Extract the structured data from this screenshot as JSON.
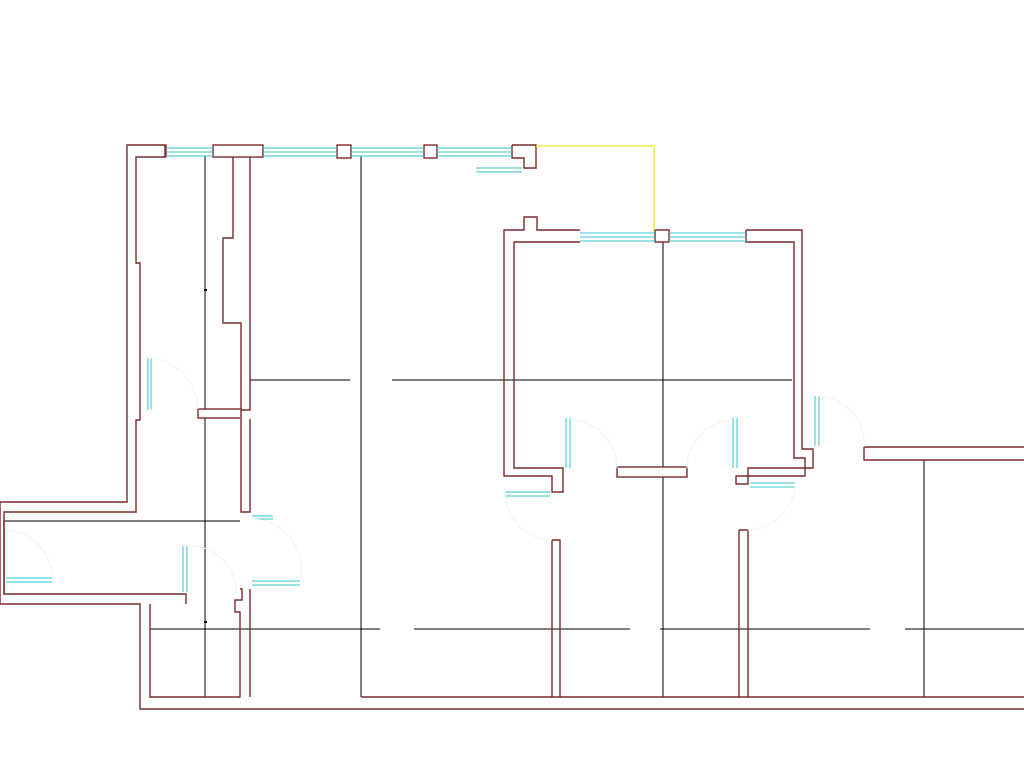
{
  "colors": {
    "wall": "#7a2b2b",
    "gridline": "#000000",
    "glazing": "#2fc3d1",
    "highlight": "#f2e84a",
    "background": "#ffffff"
  },
  "components": [
    "exterior-walls",
    "interior-partitions",
    "structural-grid-lines",
    "window-glazing",
    "door-openings",
    "door-swing-arcs",
    "highlight-line"
  ]
}
